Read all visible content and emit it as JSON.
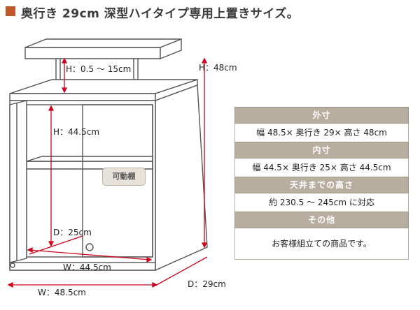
{
  "header": {
    "title": "奥行き 29cm 深型ハイタイプ専用上置きサイズ。"
  },
  "diagram": {
    "labels": {
      "shelf_height": "H：0.5 ～ 15cm",
      "total_height": "H：48cm",
      "inner_height": "H：44.5cm",
      "inner_depth": "D：25cm",
      "inner_width": "W：44.5cm",
      "outer_width": "W：48.5cm",
      "outer_depth": "D：29cm",
      "movable_shelf": "可動棚"
    },
    "colors": {
      "accent": "#c0592a",
      "dimension_line": "#d0021b",
      "outline": "#555555"
    }
  },
  "spec_table": {
    "sections": [
      {
        "heading": "外寸",
        "value": "幅 48.5× 奥行き 29× 高さ 48cm"
      },
      {
        "heading": "内寸",
        "value": "幅 44.5× 奥行き 25× 高さ 44.5cm"
      },
      {
        "heading": "天井までの高さ",
        "value": "約 230.5 ～ 245cm に対応"
      },
      {
        "heading": "その他",
        "value": "お客様組立ての商品です。"
      }
    ]
  }
}
